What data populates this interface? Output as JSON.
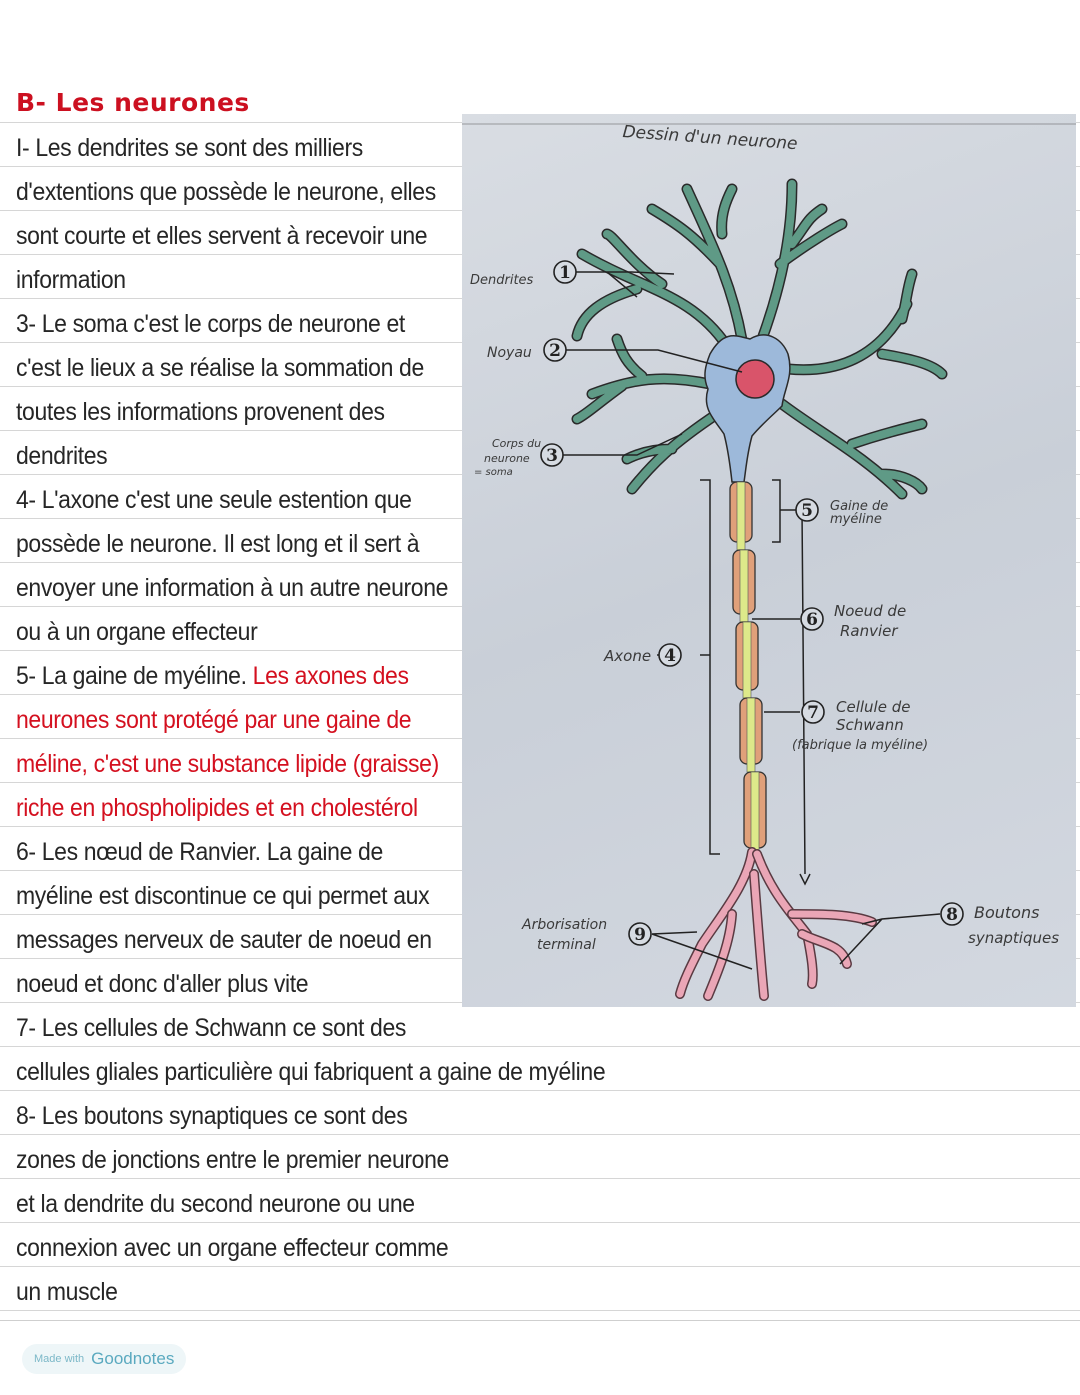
{
  "heading": "B- Les neurones",
  "lines": [
    {
      "text": "I- Les dendrites se sont des milliers"
    },
    {
      "text": "d'extentions que possède le neurone, elles"
    },
    {
      "text": "sont courte et elles servent à recevoir une"
    },
    {
      "text": "information"
    },
    {
      "text": "3- Le soma c'est le corps de neurone et"
    },
    {
      "text": "c'est le lieux a se réalise la sommation de"
    },
    {
      "text": "toutes les informations provenent des"
    },
    {
      "text": "dendrites"
    },
    {
      "text": "4- L'axone c'est une seule estention que"
    },
    {
      "text": "possède le neurone. Il est long et il sert à"
    },
    {
      "text": "envoyer une information à un autre neurone"
    },
    {
      "text": "ou à un organe effecteur"
    },
    {
      "text": "5- La gaine de myéline. ",
      "red": "Les axones des"
    },
    {
      "red": "neurones sont protégé par une gaine de"
    },
    {
      "red": "méline, c'est une substance lipide (graisse)"
    },
    {
      "red": "riche en phospholipides et en cholestérol"
    },
    {
      "text": "6- Les nœud de Ranvier. La gaine de"
    },
    {
      "text": "myéline est discontinue ce qui permet aux"
    },
    {
      "text": "messages nerveux de sauter de noeud en"
    },
    {
      "text": "noeud et donc d'aller plus vite"
    },
    {
      "text": "7- Les cellules de Schwann ce sont des"
    },
    {
      "text": "cellules gliales particulière qui fabriquent a gaine de myéline"
    },
    {
      "text": "8- Les boutons synaptiques ce sont des"
    },
    {
      "text": "zones de jonctions entre le premier neurone"
    },
    {
      "text": "et la dendrite du second neurone ou une"
    },
    {
      "text": "connexion avec un organe effecteur comme"
    },
    {
      "text": "un muscle"
    }
  ],
  "diagram": {
    "title": "Dessin d'un neurone",
    "labels": {
      "n1": "1",
      "dendrites": "Dendrites",
      "n2": "2",
      "noyau": "Noyau",
      "n3": "3",
      "corps1": "Corps du",
      "corps2": "neurone",
      "corps3": "= soma",
      "n4": "4",
      "axone": "Axone",
      "n5": "5",
      "gaine1": "Gaine de",
      "gaine2": "myéline",
      "n6": "6",
      "noeud1": "Noeud de",
      "noeud2": "Ranvier",
      "n7": "7",
      "schwann1": "Cellule de",
      "schwann2": "Schwann",
      "schwann3": "(fabrique la myéline)",
      "n8": "8",
      "boutons1": "Boutons",
      "boutons2": "synaptiques",
      "n9": "9",
      "arbo1": "Arborisation",
      "arbo2": "terminal"
    },
    "colors": {
      "dendrite": "#5f9a86",
      "soma": "#9db9da",
      "nucleus": "#d9546a",
      "myelin": "#e0a07a",
      "axon": "#dde98a",
      "terminal": "#eaa6b6"
    }
  },
  "footer": {
    "made_with": "Made with",
    "brand": "Goodnotes"
  }
}
